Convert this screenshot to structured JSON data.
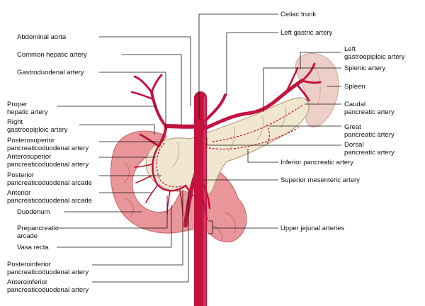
{
  "colors": {
    "artery": "#c4123f",
    "artery_dark": "#8e0a2c",
    "duodenum": "#e9969a",
    "duodenum_dark": "#c96a72",
    "pancreas": "#f1e6cf",
    "pancreas_edge": "#b7a381",
    "spleen": "#eccfc6",
    "spleen_dark": "#d7a99b",
    "leader": "#111111",
    "arcade_dash": "#c4123f"
  },
  "labels": {
    "celiac_trunk": "Celiac trunk",
    "abdominal_aorta": "Abdominal aorta",
    "left_gastric_artery": "Left gastric artery",
    "common_hepatic_artery": "Common hepatic artery",
    "left_gastroepiploic_artery_1": "Left",
    "left_gastroepiploic_artery_2": "gastroepiploic artery",
    "splenic_artery": "Splenic artery",
    "gastroduodenal_artery": "Gastroduodenal artery",
    "spleen": "Spleen",
    "proper_hepatic_artery_1": "Proper",
    "proper_hepatic_artery_2": "hepatic artery",
    "caudal_pancreatic_artery_1": "Caudal",
    "caudal_pancreatic_artery_2": "pancreatic artery",
    "right_gastroepiploic_artery_1": "Right",
    "right_gastroepiploic_artery_2": "gastroepiploic artery",
    "great_pancreatic_artery_1": "Great",
    "great_pancreatic_artery_2": "pancreatic artery",
    "posterosuperior_1": "Posterosuperior",
    "posterosuperior_2": "pancreaticoduodenal artery",
    "dorsal_pancreatic_artery_1": "Dorsal",
    "dorsal_pancreatic_artery_2": "pancreatic artery",
    "anterosuperior_1": "Anterosuperior",
    "anterosuperior_2": "pancreaticoduodenal artery",
    "inferior_pancreatic_artery": "Inferior pancreatic artery",
    "posterior_arcade_1": "Posterior",
    "posterior_arcade_2": "pancreaticoduodenal arcade",
    "superior_mesenteric_artery": "Superior mesenteric artery",
    "anterior_arcade_1": "Anterior",
    "anterior_arcade_2": "pancreaticoduodenal arcade",
    "duodenum": "Duodenum",
    "prepancreatic_arcade_1": "Prepancreatic",
    "prepancreatic_arcade_2": "arcade",
    "upper_jejunal_arteries": "Upper jejunal arteries",
    "vasa_recta": "Vasa recta",
    "posteroinferior_1": "Posteroinferior",
    "posteroinferior_2": "pancreaticoduodenal artery",
    "anteroinferior_1": "Anteroinferior",
    "anteroinferior_2": "pancreaticoduodenal artery"
  }
}
